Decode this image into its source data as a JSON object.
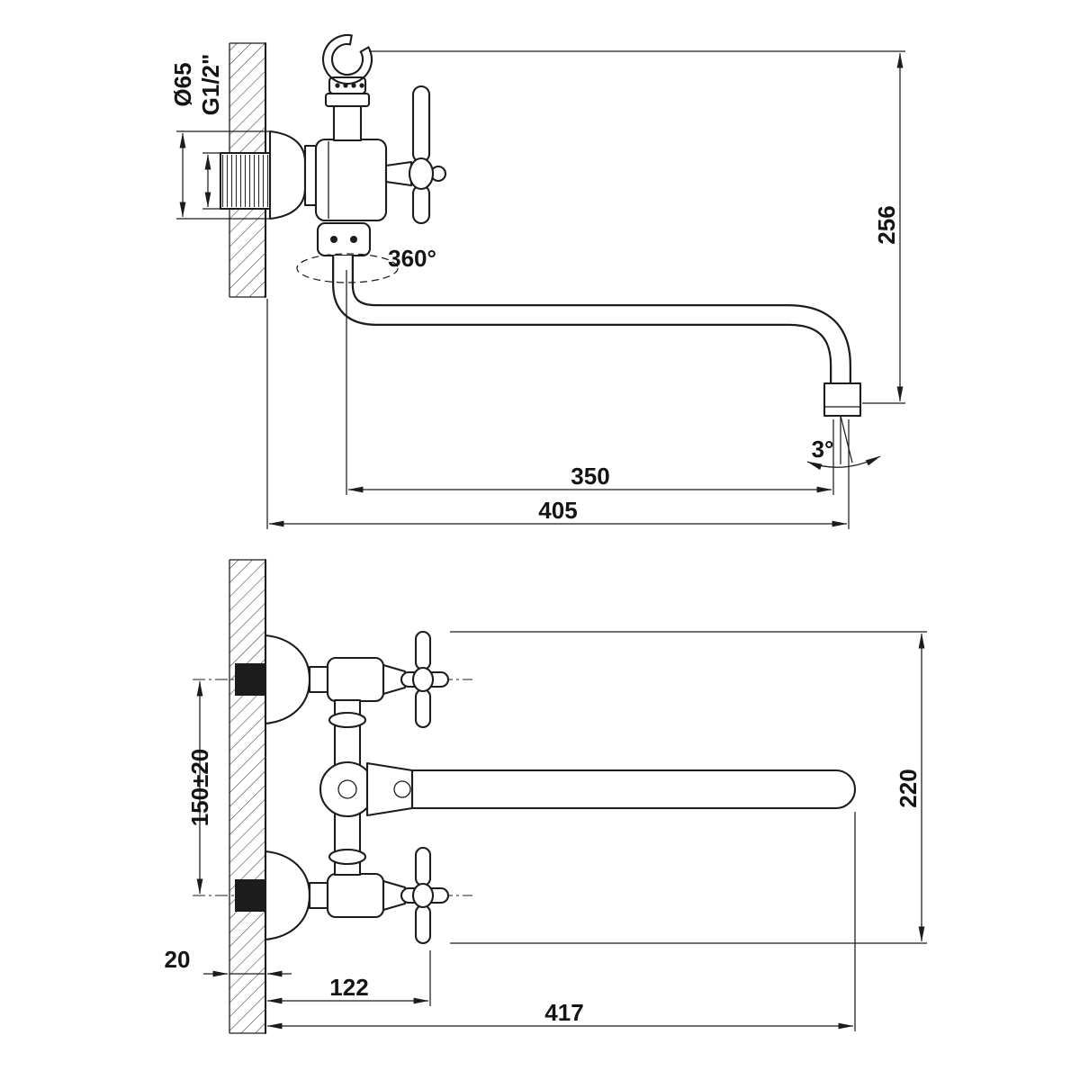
{
  "meta": {
    "type": "technical-drawing",
    "subject": "wall-mounted bath mixer faucet, two orthographic views with dimensions"
  },
  "colors": {
    "line": "#1c1c1c",
    "background": "#ffffff"
  },
  "top_view": {
    "labels": {
      "flange_diameter": "Ø65",
      "thread": "G1/2\"",
      "swivel": "360°",
      "height": "256",
      "spout_reach": "350",
      "overall_reach": "405",
      "outlet_angle": "3°"
    }
  },
  "bottom_view": {
    "labels": {
      "inlet_centers": "150±20",
      "wall_thickness": "20",
      "projection": "122",
      "overall_length": "417",
      "overall_height": "220"
    }
  }
}
